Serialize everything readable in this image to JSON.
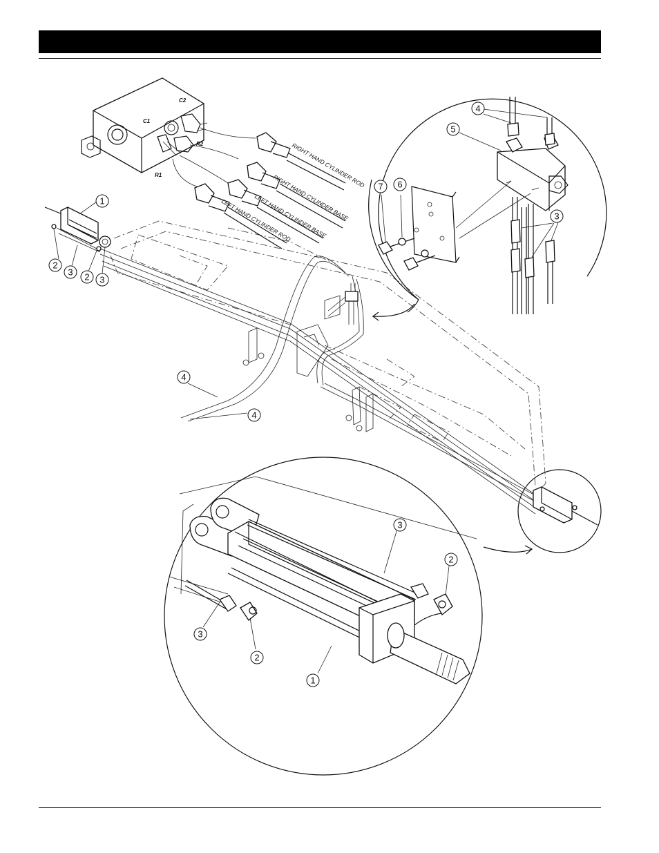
{
  "valve_ports": [
    "C1",
    "C2",
    "R1",
    "R2"
  ],
  "hose_labels": [
    "RIGHT HAND CYLINDER ROD",
    "RIGHT HAND CYLINDER BASE",
    "LEFT HAND CYLINDER BASE",
    "LEFT HAND CYLINDER ROD"
  ],
  "callouts": {
    "left_cyl_1": "1",
    "left_cyl_2a": "2",
    "left_cyl_3a": "3",
    "left_cyl_2b": "2",
    "left_cyl_3b": "3",
    "detail_valve_4": "4",
    "detail_valve_5": "5",
    "detail_valve_7": "7",
    "detail_valve_6": "6",
    "detail_valve_3": "3",
    "frame_hose_4a": "4",
    "frame_hose_4b": "4",
    "detail_cyl_3a": "3",
    "detail_cyl_2a": "2",
    "detail_cyl_3b": "3",
    "detail_cyl_2b": "2",
    "detail_cyl_1": "1"
  }
}
